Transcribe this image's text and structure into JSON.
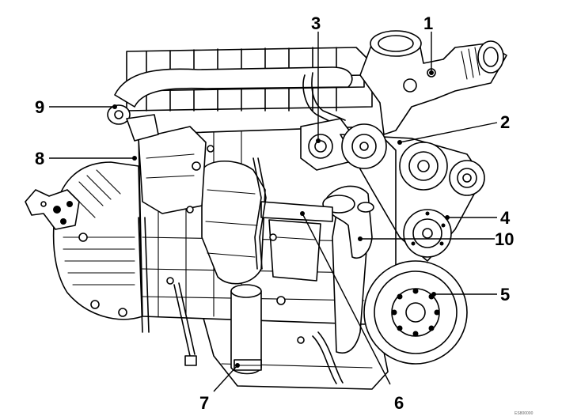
{
  "callouts": [
    {
      "id": "1",
      "label": "1"
    },
    {
      "id": "2",
      "label": "2"
    },
    {
      "id": "3",
      "label": "3"
    },
    {
      "id": "4",
      "label": "4"
    },
    {
      "id": "5",
      "label": "5"
    },
    {
      "id": "6",
      "label": "6"
    },
    {
      "id": "7",
      "label": "7"
    },
    {
      "id": "8",
      "label": "8"
    },
    {
      "id": "9",
      "label": "9"
    },
    {
      "id": "10",
      "label": "10"
    }
  ],
  "colors": {
    "line": "#000000",
    "background": "#ffffff",
    "shade": "#d9d9d9"
  }
}
